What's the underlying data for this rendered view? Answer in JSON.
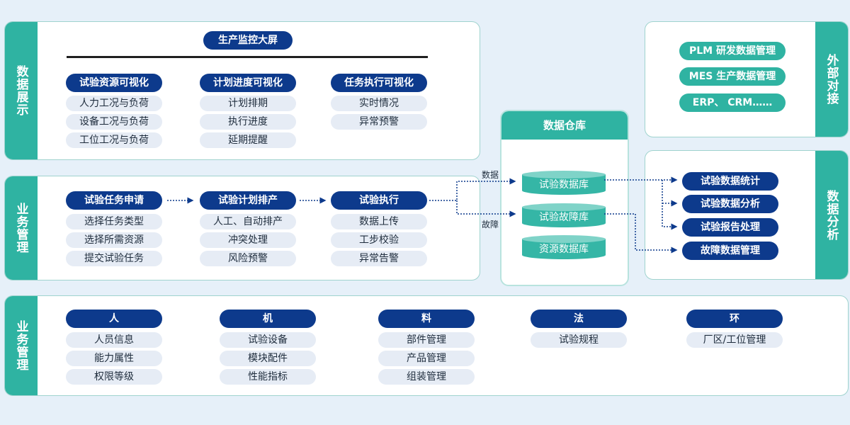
{
  "display": {
    "side_label": "数据展示",
    "top_title": "生产监控大屏",
    "columns": [
      {
        "title": "试验资源可视化",
        "items": [
          "人力工况与负荷",
          "设备工况与负荷",
          "工位工况与负荷"
        ]
      },
      {
        "title": "计划进度可视化",
        "items": [
          "计划排期",
          "执行进度",
          "延期提醒"
        ]
      },
      {
        "title": "任务执行可视化",
        "items": [
          "实时情况",
          "异常预警"
        ]
      }
    ]
  },
  "business": {
    "side_label": "业务管理",
    "columns": [
      {
        "title": "试验任务申请",
        "items": [
          "选择任务类型",
          "选择所需资源",
          "提交试验任务"
        ]
      },
      {
        "title": "试验计划排产",
        "items": [
          "人工、自动排产",
          "冲突处理",
          "风险预警"
        ]
      },
      {
        "title": "试验执行",
        "items": [
          "数据上传",
          "工步校验",
          "异常告警"
        ]
      }
    ]
  },
  "warehouse": {
    "title": "数据仓库",
    "dbs": [
      "试验数据库",
      "试验故障库",
      "资源数据库"
    ],
    "label_data": "数据",
    "label_fault": "故障"
  },
  "external": {
    "side_label": "外部对接",
    "items": [
      "PLM 研发数据管理",
      "MES 生产数据管理",
      "ERP、 CRM……"
    ]
  },
  "analysis": {
    "side_label": "数据分析",
    "items": [
      "试验数据统计",
      "试验数据分析",
      "试验报告处理",
      "故障数据管理"
    ]
  },
  "mgmt": {
    "side_label": "业务管理",
    "columns": [
      {
        "title": "人",
        "items": [
          "人员信息",
          "能力属性",
          "权限等级"
        ]
      },
      {
        "title": "机",
        "items": [
          "试验设备",
          "模块配件",
          "性能指标"
        ]
      },
      {
        "title": "料",
        "items": [
          "部件管理",
          "产品管理",
          "组装管理"
        ]
      },
      {
        "title": "法",
        "items": [
          "试验规程"
        ]
      },
      {
        "title": "环",
        "items": [
          "厂区/工位管理"
        ]
      }
    ]
  },
  "colors": {
    "teal": "#2fb3a2",
    "navy": "#0d3a8c",
    "light_pill": "#e6ecf5",
    "background": "#e6f0f9"
  }
}
